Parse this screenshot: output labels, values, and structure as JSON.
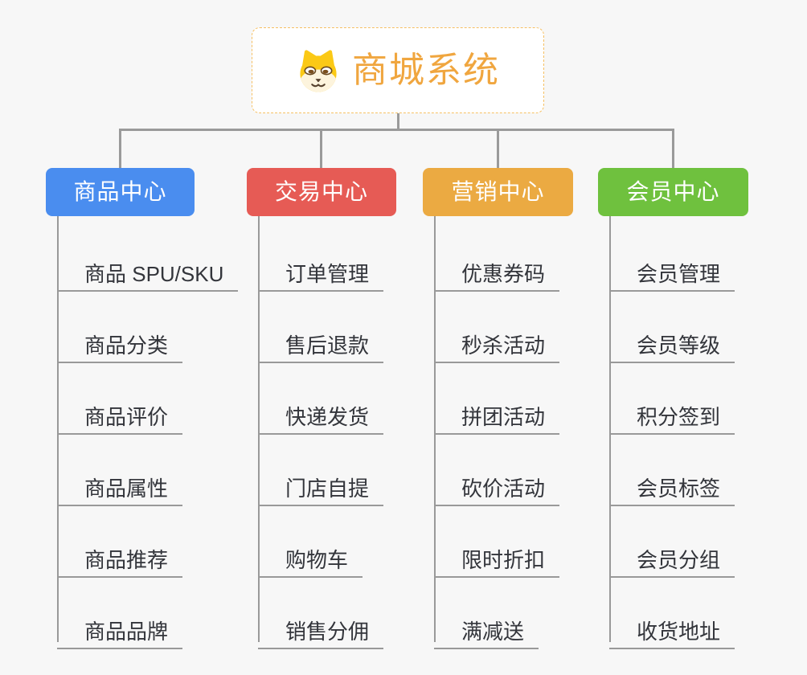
{
  "root": {
    "label": "商城系统",
    "icon_name": "dog-face-icon",
    "accent_color": "#f0a63f",
    "border_color": "#f6c063"
  },
  "colors": {
    "connector": "#9a9a9a",
    "background": "#f7f7f7",
    "leaf_text": "#33353b"
  },
  "columns": [
    {
      "label": "商品中心",
      "color": "#4a8def",
      "items": [
        "商品 SPU/SKU",
        "商品分类",
        "商品评价",
        "商品属性",
        "商品推荐",
        "商品品牌"
      ]
    },
    {
      "label": "交易中心",
      "color": "#e65b55",
      "items": [
        "订单管理",
        "售后退款",
        "快递发货",
        "门店自提",
        "购物车",
        "销售分佣"
      ]
    },
    {
      "label": "营销中心",
      "color": "#ebaa42",
      "items": [
        "优惠券码",
        "秒杀活动",
        "拼团活动",
        "砍价活动",
        "限时折扣",
        "满减送"
      ]
    },
    {
      "label": "会员中心",
      "color": "#6fc13e",
      "items": [
        "会员管理",
        "会员等级",
        "积分签到",
        "会员标签",
        "会员分组",
        "收货地址"
      ]
    }
  ]
}
